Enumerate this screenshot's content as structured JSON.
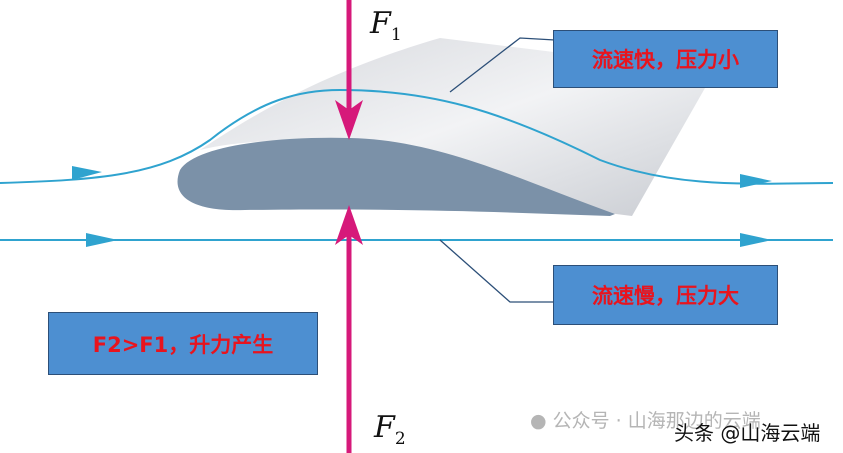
{
  "labels": {
    "force_top": {
      "main": "F",
      "sub": "1"
    },
    "force_bottom": {
      "main": "F",
      "sub": "2"
    },
    "upper_note": "流速快，压力小",
    "lower_note": "流速慢，压力大",
    "conclusion": "F2>F1，升力产生"
  },
  "watermarks": {
    "wechat": "公众号 · 山海那边的云端",
    "toutiao": "头条 @山海云端"
  },
  "colors": {
    "force": "#d6197a",
    "stream": "#2fa3cf",
    "note_bg": "#4d8fd1",
    "note_text": "#e8141e"
  }
}
